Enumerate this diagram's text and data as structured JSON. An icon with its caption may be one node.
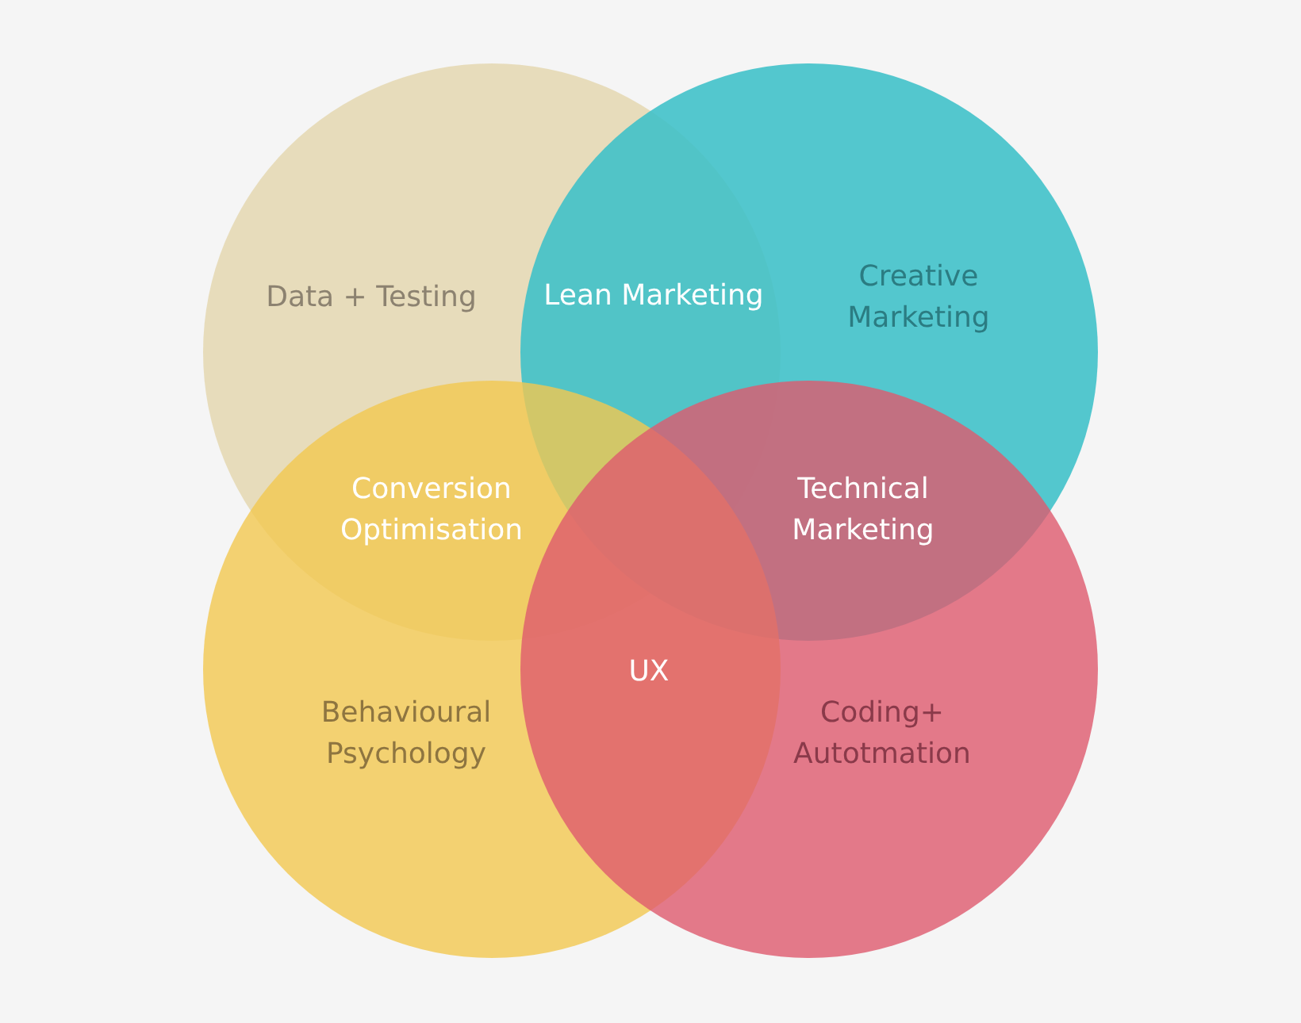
{
  "diagram": {
    "nodes": [
      {
        "text": [
          "Data + Testing"
        ]
      },
      {
        "text": [
          "Creative Marketing"
        ]
      },
      {
        "text": [
          "Behavioural Psychology"
        ]
      },
      {
        "text": [
          "Coding+ Autotmation"
        ]
      }
    ],
    "labels": [
      "Lean Marketing",
      "Conversion Optimisation",
      "Technical Marketing",
      "UX"
    ]
  }
}
